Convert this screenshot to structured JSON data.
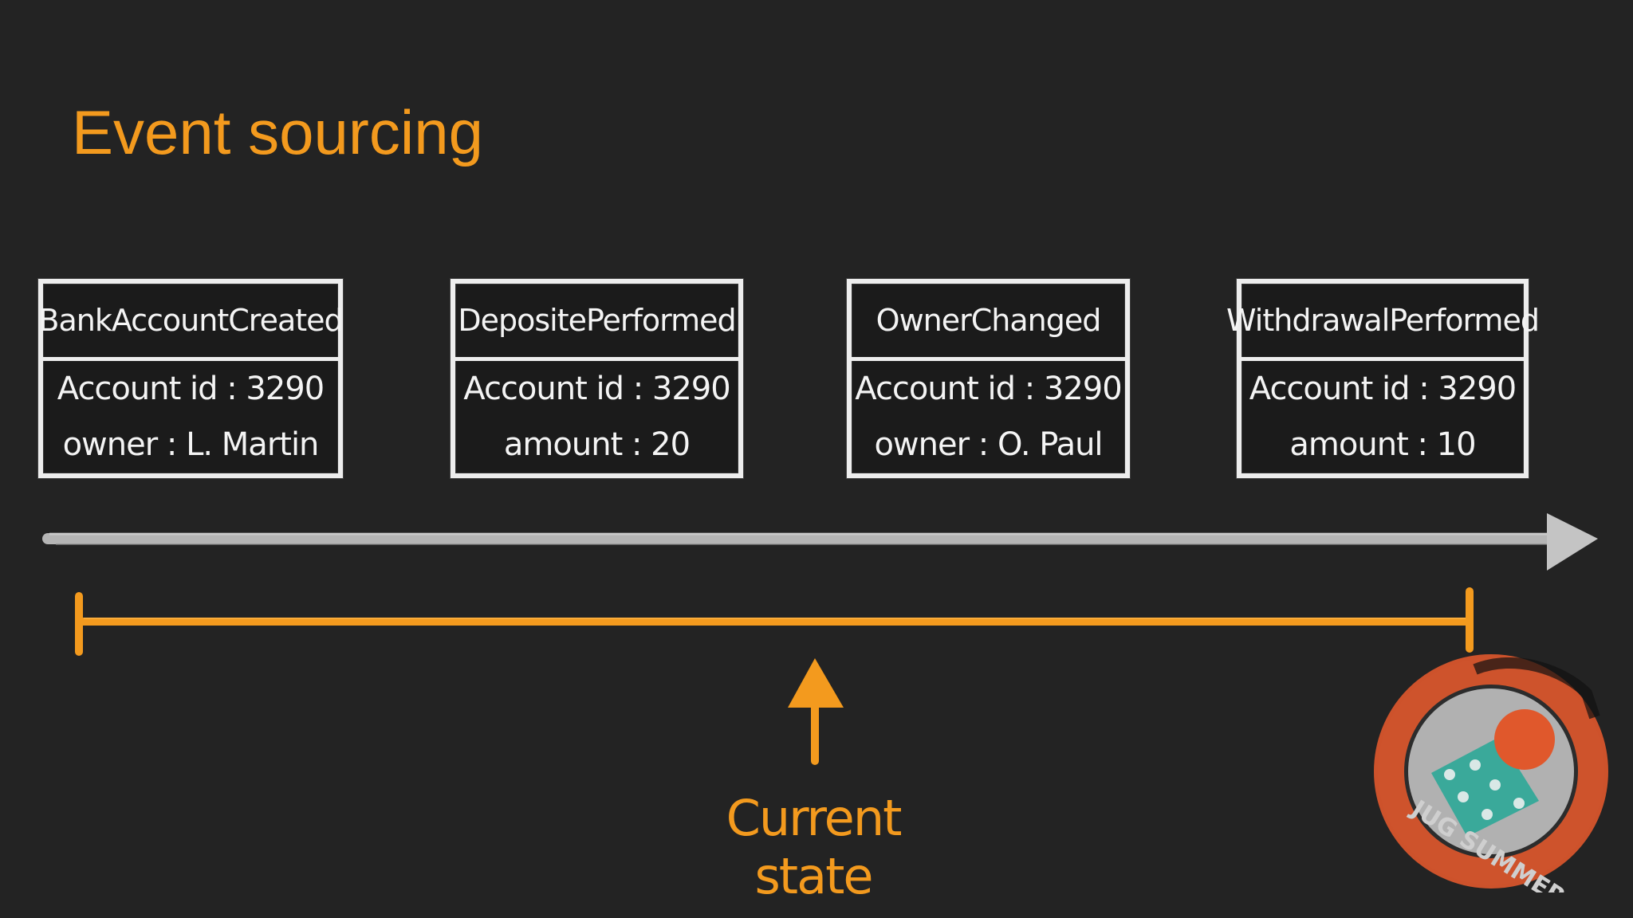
{
  "slide": {
    "title": "Event sourcing"
  },
  "events": [
    {
      "name": "BankAccountCreated",
      "line1": "Account id : 3290",
      "line2": "owner : L. Martin"
    },
    {
      "name": "DepositePerformed",
      "line1": "Account id : 3290",
      "line2": "amount : 20"
    },
    {
      "name": "OwnerChanged",
      "line1": "Account id : 3290",
      "line2": "owner : O. Paul"
    },
    {
      "name": "WithdrawalPerformed",
      "line1": "Account id : 3290",
      "line2": "amount : 10"
    }
  ],
  "current_state": {
    "label": "Current state"
  },
  "logo": {
    "icon": "jug-summer-camp-logo",
    "text": "JUG SUMMER CAMP"
  },
  "colors": {
    "background": "#232323",
    "accent": "#f39a1e",
    "box_border": "#ededed",
    "arrow_gray": "#bdbdbd",
    "logo_orange": "#e0582c",
    "logo_teal": "#3aa99a"
  }
}
